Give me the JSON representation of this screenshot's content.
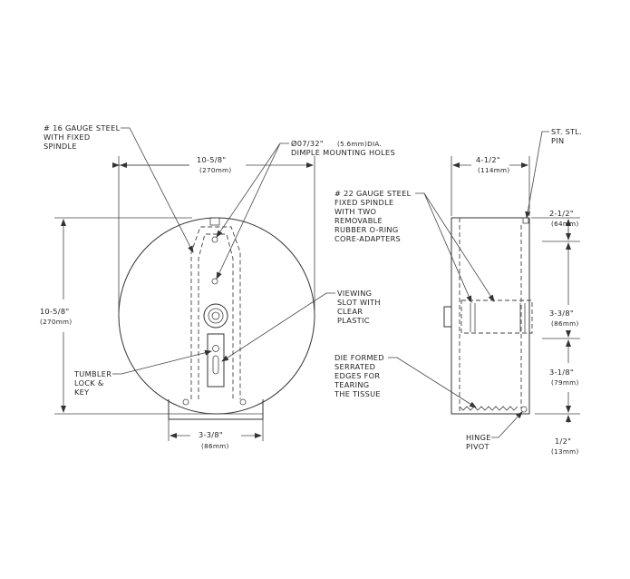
{
  "front_view": {
    "steel_note": [
      "# 16 GAUGE STEEL",
      "WITH FIXED",
      "SPINDLE"
    ],
    "width_dim": "10-5/8\"",
    "width_mm": "(270mm)",
    "holes_note_1": "Ø07/32\"",
    "holes_note_1b": "(5.6mm)DIA.",
    "holes_note_2": "DIMPLE MOUNTING HOLES",
    "height_dim": "10-5/8\"",
    "height_mm": "(270mm)",
    "viewing_note": [
      "VIEWING",
      "SLOT WITH",
      "CLEAR",
      "PLASTIC"
    ],
    "tumbler_note": [
      "TUMBLER",
      "LOCK &",
      "KEY"
    ],
    "base_dim": "3-3/8\"",
    "base_mm": "(86mm)"
  },
  "side_view": {
    "pin_note": [
      "ST. STL.",
      "PIN"
    ],
    "depth_dim": "4-1/2\"",
    "depth_mm": "(114mm)",
    "spindle_note": [
      "# 22 GAUGE STEEL",
      "FIXED SPINDLE",
      "WITH TWO",
      "REMOVABLE",
      "RUBBER O-RING",
      "CORE-ADAPTERS"
    ],
    "dim_top": "2-1/2\"",
    "dim_top_mm": "(64mm)",
    "dim_mid": "3-3/8\"",
    "dim_mid_mm": "(86mm)",
    "dim_low": "3-1/8\"",
    "dim_low_mm": "(79mm)",
    "serrated_note": [
      "DIE FORMED",
      "SERRATED",
      "EDGES FOR",
      "TEARING",
      "THE TISSUE"
    ],
    "hinge_note": [
      "HINGE",
      "PIVOT"
    ],
    "dim_bottom": "1/2\"",
    "dim_bottom_mm": "(13mm)"
  }
}
